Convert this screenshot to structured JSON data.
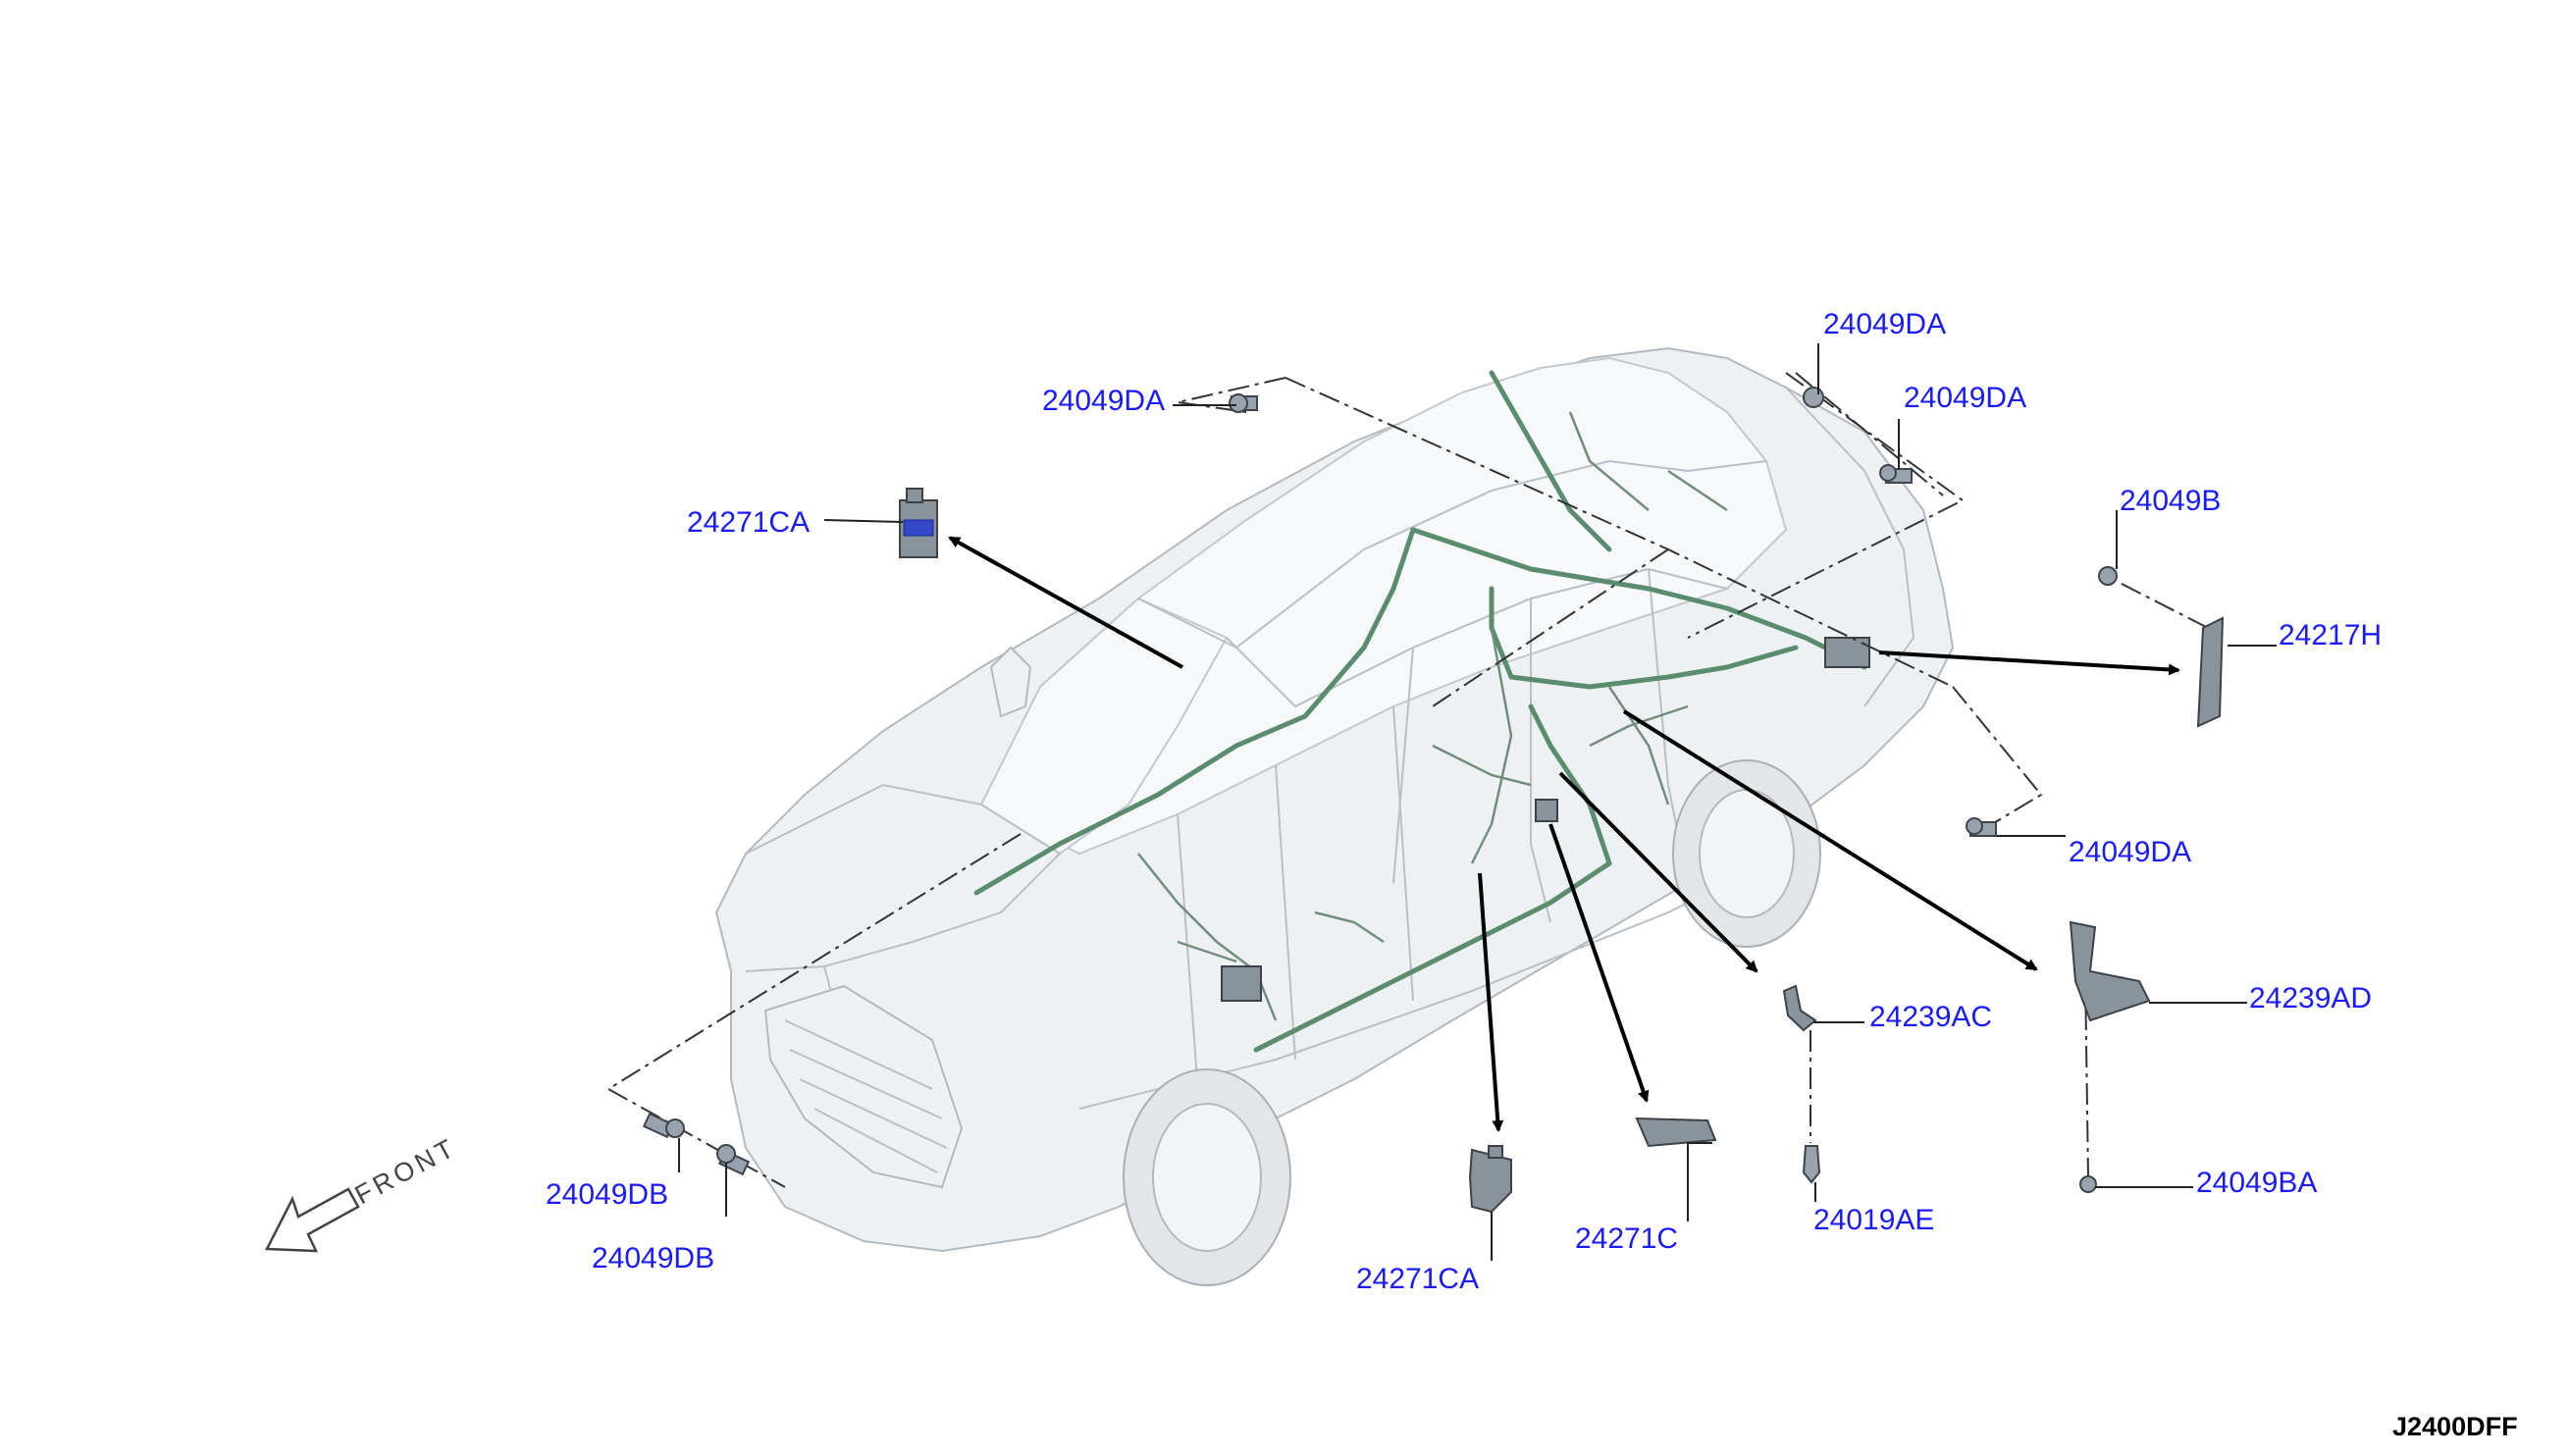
{
  "diagram_code": "J2400DFF",
  "front_label": "FRONT",
  "parts": [
    {
      "id": "p1",
      "label": "24049DA"
    },
    {
      "id": "p2",
      "label": "24049DA"
    },
    {
      "id": "p3",
      "label": "24049DA"
    },
    {
      "id": "p4",
      "label": "24271CA"
    },
    {
      "id": "p5",
      "label": "24049B"
    },
    {
      "id": "p6",
      "label": "24217H"
    },
    {
      "id": "p7",
      "label": "24049DA"
    },
    {
      "id": "p8",
      "label": "24239AD"
    },
    {
      "id": "p9",
      "label": "24239AC"
    },
    {
      "id": "p10",
      "label": "24049BA"
    },
    {
      "id": "p11",
      "label": "24019AE"
    },
    {
      "id": "p12",
      "label": "24271C"
    },
    {
      "id": "p13",
      "label": "24271CA"
    },
    {
      "id": "p14",
      "label": "24049DB"
    },
    {
      "id": "p15",
      "label": "24049DB"
    }
  ],
  "colors": {
    "label_text": "#1a1aff",
    "harness": "#5a8d6e",
    "vehicle_outline": "#b9bfc6"
  }
}
